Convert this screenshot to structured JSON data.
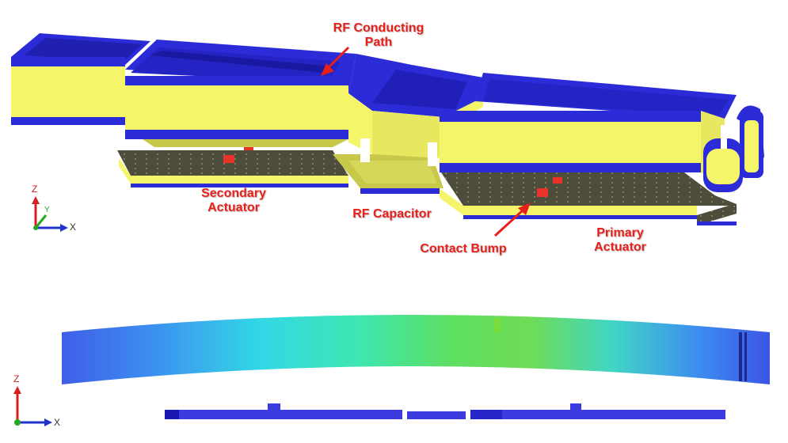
{
  "labels": {
    "rf_path_line1": "RF Conducting",
    "rf_path_line2": "Path",
    "secondary_line1": "Secondary",
    "secondary_line2": "Actuator",
    "rf_capacitor": "RF Capacitor",
    "contact_bump": "Contact Bump",
    "primary_line1": "Primary",
    "primary_line2": "Actuator"
  },
  "axes": {
    "top": {
      "z": "Z",
      "x": "X",
      "y": "Y"
    },
    "bottom": {
      "z": "Z",
      "x": "X"
    }
  },
  "colors": {
    "annotation": "#e8201c",
    "metal_yellow": "#f5f56a",
    "metal_blue": "#2b2bd8",
    "electrode_dark": "#4e4c3a",
    "bump_red": "#e8332a"
  }
}
